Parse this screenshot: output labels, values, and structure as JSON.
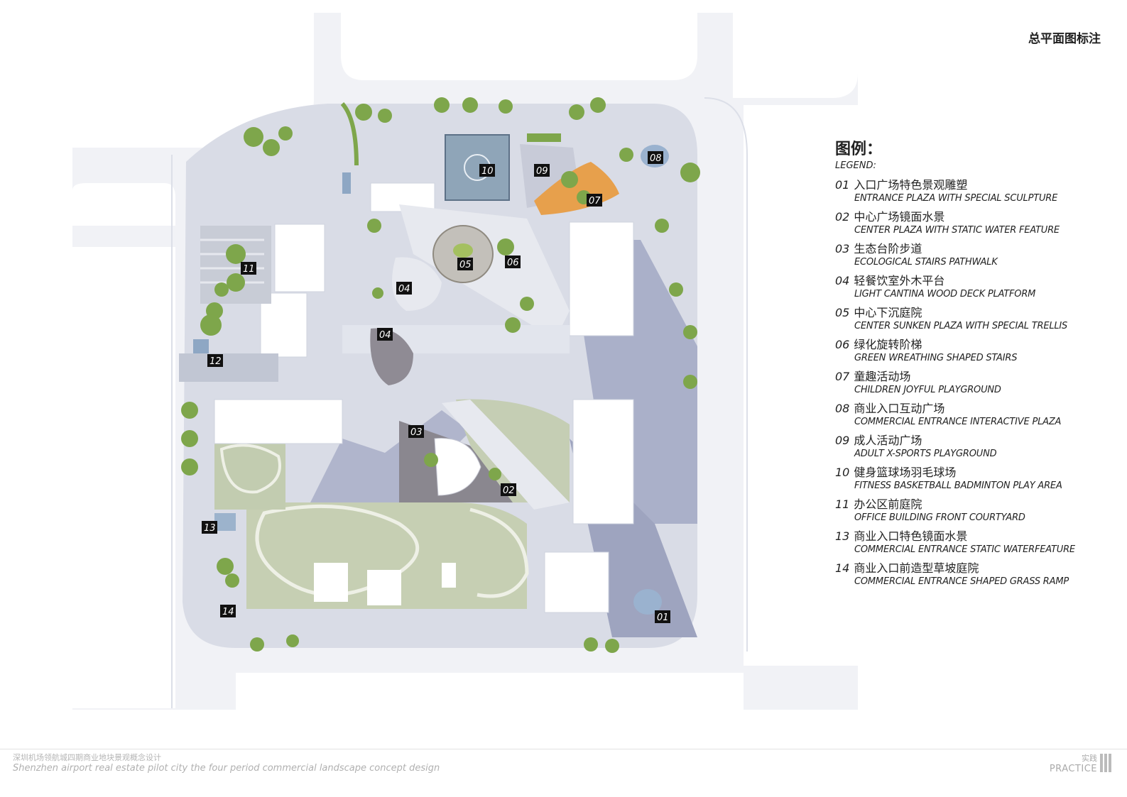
{
  "sheet_title": "总平面图标注",
  "legend": {
    "heading_cn": "图例：",
    "heading_en": "LEGEND:",
    "items": [
      {
        "num": "01",
        "cn": "入口广场特色景观雕塑",
        "en": "ENTRANCE PLAZA WITH SPECIAL SCULPTURE"
      },
      {
        "num": "02",
        "cn": "中心广场镜面水景",
        "en": "CENTER PLAZA WITH STATIC WATER FEATURE"
      },
      {
        "num": "03",
        "cn": "生态台阶步道",
        "en": "ECOLOGICAL STAIRS PATHWALK"
      },
      {
        "num": "04",
        "cn": "轻餐饮室外木平台",
        "en": "LIGHT CANTINA WOOD DECK PLATFORM"
      },
      {
        "num": "05",
        "cn": "中心下沉庭院",
        "en": "CENTER SUNKEN PLAZA WITH SPECIAL TRELLIS"
      },
      {
        "num": "06",
        "cn": "绿化旋转阶梯",
        "en": "GREEN WREATHING SHAPED STAIRS"
      },
      {
        "num": "07",
        "cn": "童趣活动场",
        "en": "CHILDREN JOYFUL PLAYGROUND"
      },
      {
        "num": "08",
        "cn": "商业入口互动广场",
        "en": "COMMERCIAL ENTRANCE INTERACTIVE PLAZA"
      },
      {
        "num": "09",
        "cn": "成人活动广场",
        "en": "ADULT X-SPORTS PLAYGROUND"
      },
      {
        "num": "10",
        "cn": "健身篮球场羽毛球场",
        "en": "FITNESS BASKETBALL BADMINTON PLAY AREA"
      },
      {
        "num": "11",
        "cn": "办公区前庭院",
        "en": "OFFICE BUILDING FRONT COURTYARD"
      },
      {
        "num": "13",
        "cn": "商业入口特色镜面水景",
        "en": "COMMERCIAL ENTRANCE STATIC WATERFEATURE"
      },
      {
        "num": "14",
        "cn": "商业入口前造型草坡庭院",
        "en": "COMMERCIAL ENTRANCE  SHAPED GRASS RAMP"
      }
    ]
  },
  "map_markers": [
    "10",
    "09",
    "08",
    "07",
    "11",
    "05",
    "06",
    "04",
    "04",
    "12",
    "03",
    "02",
    "13",
    "14",
    "01"
  ],
  "footer": {
    "title_cn": "深圳机场领航城四期商业地块景观概念设计",
    "title_en": "Shenzhen airport real estate pilot city the four period commercial landscape concept  design"
  },
  "brand": {
    "cn": "实践",
    "en": "PRACTICE"
  },
  "colors": {
    "road": "#e9ebf1",
    "paving": "#d6d9e4",
    "building": "#ffffff",
    "shadow": "#a7adc6",
    "lawn": "#c9d2b6",
    "tree": "#7fa84a",
    "water": "#8ea7c4",
    "deck": "#8d8890",
    "playground": "#e8a24a",
    "marker_bg": "#111111"
  }
}
